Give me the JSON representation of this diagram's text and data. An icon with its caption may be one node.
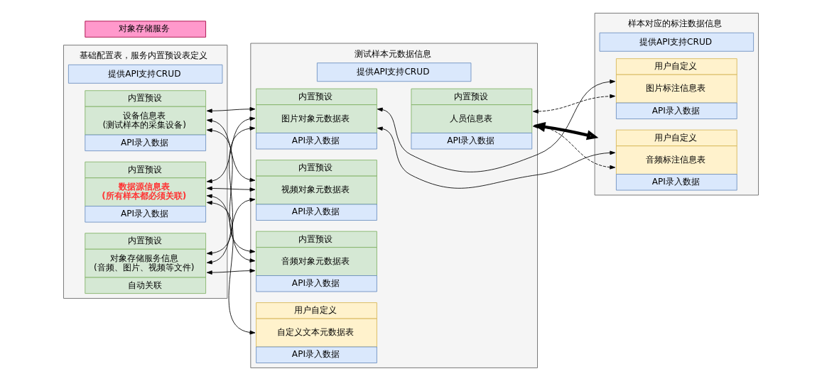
{
  "diagram": {
    "nodes": [
      {
        "text": [
          "基础配置表，服务内置预设表定义",
          "提供API支持CRUD"
        ]
      },
      {
        "text": [
          "内置预设",
          "设备信息表(测试样本的采集设备)",
          "API录入数据"
        ],
        "in": 0
      },
      {
        "text": [
          "内置预设",
          "数据源信息表(所有样本都必须关联)",
          "API录入数据"
        ],
        "in": 0
      },
      {
        "text": [
          "内置预设",
          "对象存储服务信息(音频、图片、视频等文件)",
          "自动关联"
        ],
        "in": 0
      },
      {
        "text": [
          "测试样本元数据信息",
          "提供API支持CRUD"
        ]
      },
      {
        "text": [
          "内置预设",
          "图片对象元数据表",
          "API录入数据"
        ],
        "in": 4
      },
      {
        "text": [
          "内置预设",
          "视频对象元数据表",
          "API录入数据"
        ],
        "in": 4
      },
      {
        "text": [
          "内置预设",
          "人员信息表",
          "API录入数据"
        ],
        "in": 4
      },
      {
        "text": [
          "内置预设",
          "音频对象元数据表",
          "API录入数据"
        ],
        "in": 4
      },
      {
        "text": [
          "用户自定义",
          "自定义文本元数据表",
          "API录入数据"
        ],
        "in": 4
      },
      {
        "text": [
          "样本对应的标注数据信息",
          "提供API支持CRUD"
        ]
      },
      {
        "text": [
          "用户自定义",
          "图片标注信息表",
          "API录入数据"
        ],
        "in": 10
      },
      {
        "text": [
          "用户自定义",
          "音频标注信息表",
          "API录入数据"
        ],
        "in": 10
      },
      {
        "text": [
          "对象存储服务"
        ]
      }
    ],
    "edges": [
      {
        "from": 1,
        "to": 5,
        "arrow": "both"
      },
      {
        "from": 1,
        "to": 6,
        "arrow": "both"
      },
      {
        "from": 1,
        "to": 8,
        "arrow": "both"
      },
      {
        "from": 2,
        "to": 5,
        "arrow": "both"
      },
      {
        "from": 2,
        "to": 6,
        "arrow": "both"
      },
      {
        "from": 2,
        "to": 8,
        "arrow": "both"
      },
      {
        "from": 2,
        "to": 9,
        "arrow": "both"
      },
      {
        "from": 3,
        "to": 5,
        "arrow": "both"
      },
      {
        "from": 3,
        "to": 6,
        "arrow": "both"
      },
      {
        "from": 3,
        "to": 8,
        "arrow": "both"
      },
      {
        "from": 5,
        "to": 11,
        "arrow": "both"
      },
      {
        "from": 5,
        "to": 12,
        "arrow": "both"
      },
      {
        "from": 7,
        "to": 11,
        "arrow": "both",
        "style": "dashed"
      },
      {
        "from": 7,
        "to": 12,
        "arrow": "both",
        "style": "dashed"
      },
      {
        "from": 4,
        "to": 10,
        "arrow": "both",
        "style": "thick"
      }
    ]
  }
}
